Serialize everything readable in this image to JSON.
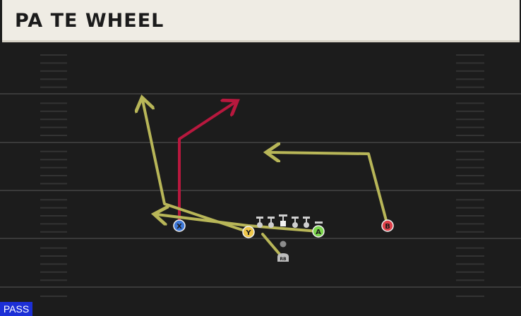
{
  "play": {
    "title": "PA TE WHEEL",
    "mode_badge": "PASS"
  },
  "players": {
    "x": "X",
    "y": "Y",
    "a": "A",
    "b": "B",
    "rb": "RB"
  },
  "colors": {
    "field": "#1c1c1c",
    "route_yellow": "#b8b658",
    "route_red": "#b8183e",
    "player_x": "#3d78d8",
    "player_y": "#f0c84a",
    "player_a": "#7cd64c",
    "player_b": "#e0404a",
    "badge": "#1c2fd6"
  }
}
